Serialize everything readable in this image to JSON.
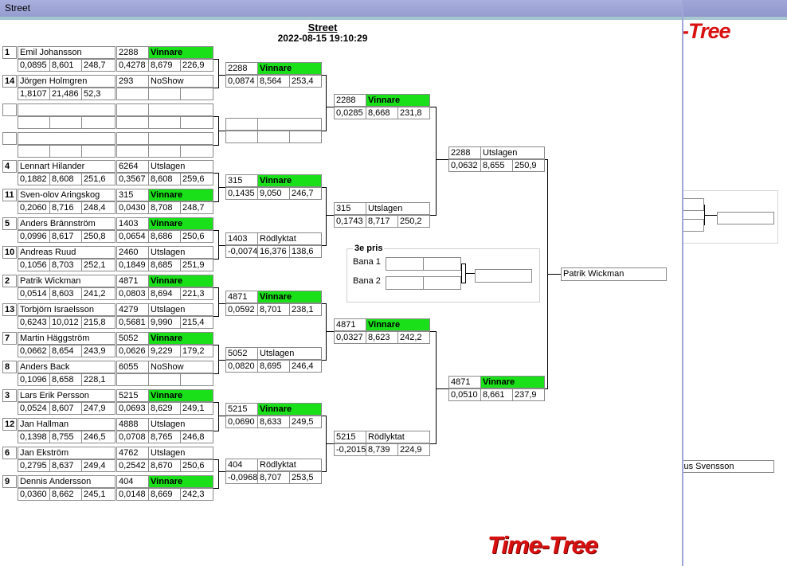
{
  "window_title": "Street",
  "heading": "Street",
  "timestamp": "2022-08-15 19:10:29",
  "first_round": [
    {
      "seed": "1",
      "name": "Emil Johansson",
      "rt": "0,0895",
      "et": "8,601",
      "sp": "248,7",
      "r1": "2288",
      "st": "Vinnare",
      "green": true,
      "r2": "0,4278",
      "r3": "8,679",
      "r4": "226,9"
    },
    {
      "seed": "14",
      "name": "Jörgen Holmgren",
      "rt": "1,8107",
      "et": "21,486",
      "sp": "52,3",
      "r1": "293",
      "st": "NoShow",
      "green": false,
      "r2": "",
      "r3": "",
      "r4": ""
    },
    {
      "seed": "",
      "name": "",
      "rt": "",
      "et": "",
      "sp": "",
      "r1": "",
      "st": "",
      "green": false,
      "r2": "",
      "r3": "",
      "r4": ""
    },
    {
      "seed": "",
      "name": "",
      "rt": "",
      "et": "",
      "sp": "",
      "r1": "",
      "st": "",
      "green": false,
      "r2": "",
      "r3": "",
      "r4": ""
    },
    {
      "seed": "4",
      "name": "Lennart Hilander",
      "rt": "0,1882",
      "et": "8,608",
      "sp": "251,6",
      "r1": "6264",
      "st": "Utslagen",
      "green": false,
      "r2": "0,3567",
      "r3": "8,608",
      "r4": "259,6"
    },
    {
      "seed": "11",
      "name": "Sven-olov Aringskog",
      "rt": "0,2060",
      "et": "8,716",
      "sp": "248,4",
      "r1": "315",
      "st": "Vinnare",
      "green": true,
      "r2": "0,0430",
      "r3": "8,708",
      "r4": "248,7"
    },
    {
      "seed": "5",
      "name": "Anders Brännström",
      "rt": "0,0996",
      "et": "8,617",
      "sp": "250,8",
      "r1": "1403",
      "st": "Vinnare",
      "green": true,
      "r2": "0,0654",
      "r3": "8,686",
      "r4": "250,6"
    },
    {
      "seed": "10",
      "name": "Andreas  Ruud",
      "rt": "0,1056",
      "et": "8,703",
      "sp": "252,1",
      "r1": "2460",
      "st": "Utslagen",
      "green": false,
      "r2": "0,1849",
      "r3": "8,685",
      "r4": "251,9"
    },
    {
      "seed": "2",
      "name": "Patrik Wickman",
      "rt": "0,0514",
      "et": "8,603",
      "sp": "241,2",
      "r1": "4871",
      "st": "Vinnare",
      "green": true,
      "r2": "0,0803",
      "r3": "8,694",
      "r4": "221,3"
    },
    {
      "seed": "13",
      "name": "Torbjörn Israelsson",
      "rt": "0,6243",
      "et": "10,012",
      "sp": "215,8",
      "r1": "4279",
      "st": "Utslagen",
      "green": false,
      "r2": "0,5681",
      "r3": "9,990",
      "r4": "215,4"
    },
    {
      "seed": "7",
      "name": "Martin Häggström",
      "rt": "0,0662",
      "et": "8,654",
      "sp": "243,9",
      "r1": "5052",
      "st": "Vinnare",
      "green": true,
      "r2": "0,0626",
      "r3": "9,229",
      "r4": "179,2"
    },
    {
      "seed": "8",
      "name": "Anders Back",
      "rt": "0,1096",
      "et": "8,658",
      "sp": "228,1",
      "r1": "6055",
      "st": "NoShow",
      "green": false,
      "r2": "",
      "r3": "",
      "r4": ""
    },
    {
      "seed": "3",
      "name": "Lars Erik Persson",
      "rt": "0,0524",
      "et": "8,607",
      "sp": "247,9",
      "r1": "5215",
      "st": "Vinnare",
      "green": true,
      "r2": "0,0693",
      "r3": "8,629",
      "r4": "249,1"
    },
    {
      "seed": "12",
      "name": "Jan Hallman",
      "rt": "0,1398",
      "et": "8,755",
      "sp": "246,5",
      "r1": "4888",
      "st": "Utslagen",
      "green": false,
      "r2": "0,0708",
      "r3": "8,765",
      "r4": "246,8"
    },
    {
      "seed": "6",
      "name": "Jan  Ekström",
      "rt": "0,2795",
      "et": "8,637",
      "sp": "249,4",
      "r1": "4762",
      "st": "Utslagen",
      "green": false,
      "r2": "0,2542",
      "r3": "8,670",
      "r4": "250,6"
    },
    {
      "seed": "9",
      "name": "Dennis Andersson",
      "rt": "0,0360",
      "et": "8,662",
      "sp": "245,1",
      "r1": "404",
      "st": "Vinnare",
      "green": true,
      "r2": "0,0148",
      "r3": "8,669",
      "r4": "242,3"
    }
  ],
  "second_round": [
    {
      "a": "2288",
      "b": "Vinnare",
      "green": true,
      "c": "0,0874",
      "d": "8,564",
      "e": "253,4"
    },
    {
      "a": "",
      "b": "",
      "green": false,
      "c": "",
      "d": "",
      "e": ""
    },
    {
      "a": "315",
      "b": "Vinnare",
      "green": true,
      "c": "0,1435",
      "d": "9,050",
      "e": "246,7"
    },
    {
      "a": "1403",
      "b": "Rödlyktat",
      "green": false,
      "c": "-0,0074",
      "d": "16,376",
      "e": "138,6"
    },
    {
      "a": "4871",
      "b": "Vinnare",
      "green": true,
      "c": "0,0592",
      "d": "8,701",
      "e": "238,1"
    },
    {
      "a": "5052",
      "b": "Utslagen",
      "green": false,
      "c": "0,0820",
      "d": "8,695",
      "e": "246,4"
    },
    {
      "a": "5215",
      "b": "Vinnare",
      "green": true,
      "c": "0,0690",
      "d": "8,633",
      "e": "249,5"
    },
    {
      "a": "404",
      "b": "Rödlyktat",
      "green": false,
      "c": "-0,0968",
      "d": "8,707",
      "e": "253,5"
    }
  ],
  "quarter": [
    {
      "a": "2288",
      "b": "Vinnare",
      "green": true,
      "c": "0,0285",
      "d": "8,668",
      "e": "231,8"
    },
    {
      "a": "315",
      "b": "Utslagen",
      "green": false,
      "c": "0,1743",
      "d": "8,717",
      "e": "250,2"
    },
    {
      "a": "4871",
      "b": "Vinnare",
      "green": true,
      "c": "0,0327",
      "d": "8,623",
      "e": "242,2"
    },
    {
      "a": "5215",
      "b": "Rödlyktat",
      "green": false,
      "c": "-0,2015",
      "d": "8,739",
      "e": "224,9"
    }
  ],
  "semi": [
    {
      "a": "2288",
      "b": "Utslagen",
      "green": false,
      "c": "0,0632",
      "d": "8,655",
      "e": "250,9"
    },
    {
      "a": "4871",
      "b": "Vinnare",
      "green": true,
      "c": "0,0510",
      "d": "8,661",
      "e": "237,9"
    }
  ],
  "final_winner": "Patrik Wickman",
  "third_prize": {
    "title": "3e pris",
    "bana1": "Bana 1",
    "bana2": "Bana 2"
  },
  "logo": "Time-Tree",
  "bg_window": {
    "logo": "-Tree",
    "name_fragment": "kus Svensson"
  }
}
